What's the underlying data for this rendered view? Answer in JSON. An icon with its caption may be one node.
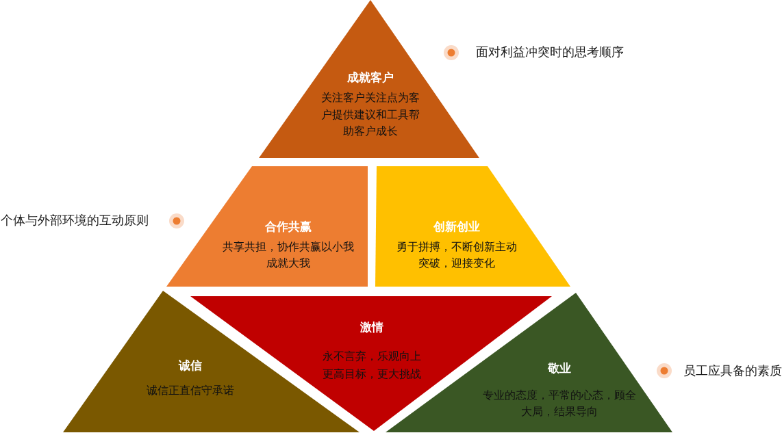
{
  "diagram": {
    "nodes": [
      {
        "text": [
          "成就客户",
          "关注客户关注点为客户提供建议和工具帮助客户成长"
        ]
      },
      {
        "text": [
          "合作共赢",
          "共享共担，协作共赢以小我成就大我"
        ]
      },
      {
        "text": [
          "创新创业",
          "勇于拼搏，不断创新主动突破，迎接变化"
        ]
      },
      {
        "text": [
          "诚信",
          "诚信正直信守承诺"
        ]
      },
      {
        "text": [
          "激情",
          "永不言弃，乐观向上更高目标，更大挑战"
        ]
      },
      {
        "text": [
          "敬业",
          "专业的态度，平常的心态，顾全大局，结果导向"
        ]
      }
    ],
    "labels": [
      "面对利益冲突时的思考顺序",
      "个体与外部环境的互动原则",
      "员工应具备的素质"
    ]
  }
}
